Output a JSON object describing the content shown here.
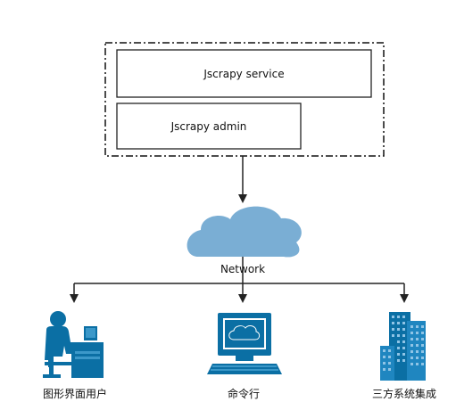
{
  "diagram": {
    "service_box_label": "Jscrapy service",
    "admin_box_label": "Jscrapy admin",
    "network_label": "Network",
    "clients": [
      {
        "label": "图形界面用户",
        "icon": "desktop-user-icon"
      },
      {
        "label": "命令行",
        "icon": "terminal-computer-icon"
      },
      {
        "label": "三方系统集成",
        "icon": "office-buildings-icon"
      }
    ],
    "colors": {
      "icon_blue": "#0b6fa4",
      "cloud_blue": "#7aaed4",
      "line": "#222222"
    }
  }
}
